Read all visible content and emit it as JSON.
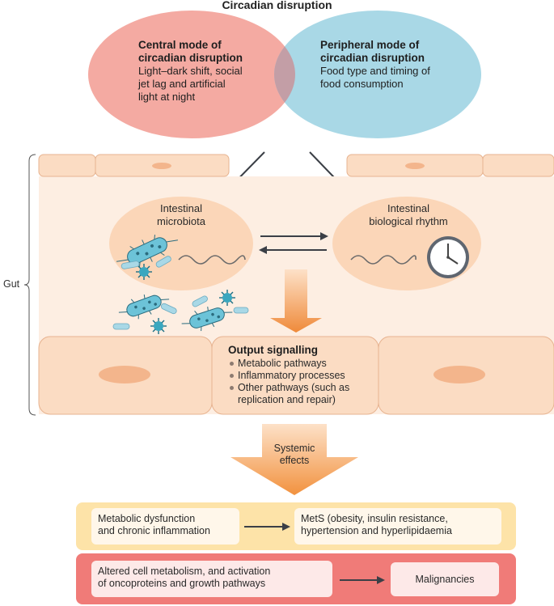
{
  "title": "Circadian disruption",
  "central": {
    "heading": "Central mode of circadian disruption",
    "heading_l1": "Central mode of",
    "heading_l2": "circadian disruption",
    "body_l1": "Light–dark shift, social",
    "body_l2": "jet lag and artificial",
    "body_l3": "light at night"
  },
  "peripheral": {
    "heading_l1": "Peripheral mode of",
    "heading_l2": "circadian disruption",
    "body_l1": "Food type and timing of",
    "body_l2": "food consumption"
  },
  "gut_label": "Gut",
  "microbiota": {
    "l1": "Intestinal",
    "l2": "microbiota"
  },
  "rhythm": {
    "l1": "Intestinal",
    "l2": "biological rhythm"
  },
  "output": {
    "heading": "Output signalling",
    "items": [
      "Metabolic pathways",
      "Inflammatory processes",
      "Other pathways (such as",
      "replication and repair)"
    ]
  },
  "systemic": {
    "l1": "Systemic",
    "l2": "effects"
  },
  "effects": {
    "row1_left_l1": "Metabolic dysfunction",
    "row1_left_l2": "and chronic inflammation",
    "row1_right_l1": "MetS (obesity, insulin resistance,",
    "row1_right_l2": "hypertension and hyperlipidaemia",
    "row2_left_l1": "Altered cell metabolism, and activation",
    "row2_left_l2": "of oncoproteins and growth pathways",
    "row2_right": "Malignancies"
  },
  "icons": {
    "clock": "clock-icon",
    "bacteria": "bacterium-icon",
    "virus": "virus-icon",
    "wave": "wave-icon"
  },
  "colors": {
    "central_circle": "#f4aaa2",
    "peripheral_circle": "#a9d8e6",
    "overlap": "#c39ea6",
    "cell_fill": "#fbdcc3",
    "cell_border": "#e7b390",
    "gut_bg": "#fdeee2",
    "nucleus": "#f3b58c",
    "arrow_orange": "#ef8a3a",
    "band_yellow": "#fde3a8",
    "band_red": "#f07b78",
    "bacteria_fill": "#6cc3d8",
    "virus_fill": "#3aa7bf"
  }
}
